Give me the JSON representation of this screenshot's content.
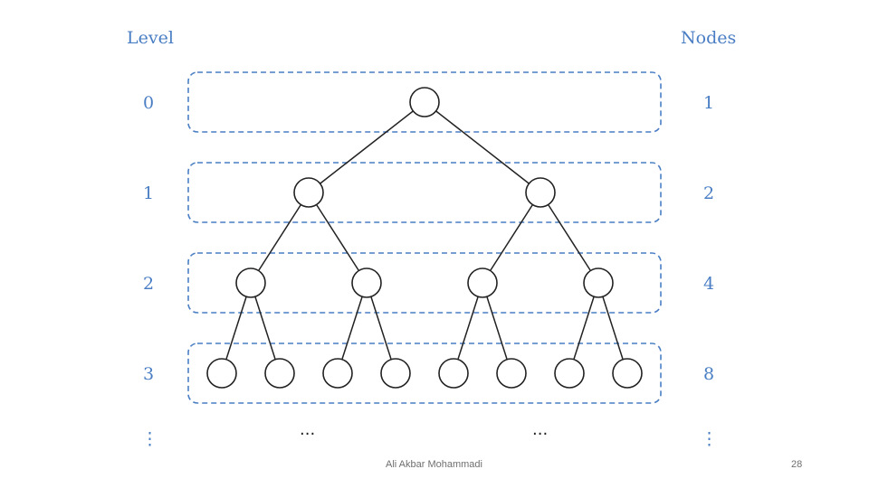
{
  "headers": {
    "level": "Level",
    "nodes": "Nodes"
  },
  "levels": [
    {
      "level": "0",
      "nodes": "1"
    },
    {
      "level": "1",
      "nodes": "2"
    },
    {
      "level": "2",
      "nodes": "4"
    },
    {
      "level": "3",
      "nodes": "8"
    }
  ],
  "ellipsis": {
    "vertical": "⋮",
    "horizontal": "···"
  },
  "footer": {
    "author": "Ali Akbar Mohammadi",
    "page_number": "28"
  },
  "colors": {
    "accent": "#4a7ec4",
    "tree": "#222222"
  }
}
